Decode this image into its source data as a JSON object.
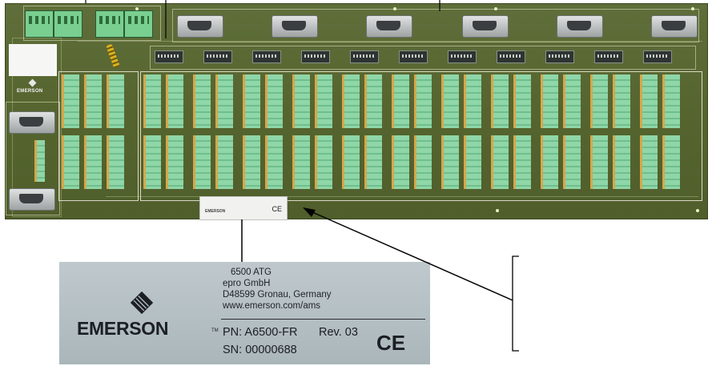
{
  "label": {
    "model": "6500 ATG",
    "company": "epro GmbH",
    "address": "D48599 Gronau, Germany",
    "website": "www.emerson.com/ams",
    "brand": "EMERSON",
    "trademark": "TM",
    "pn": "PN: A6500-FR",
    "rev": "Rev. 03",
    "sn": "SN: 00000688",
    "ce": "CE"
  },
  "board": {
    "brand_mini": "EMERSON",
    "sticker_brand": "EMERSON",
    "sticker_ce": "CE"
  },
  "colors": {
    "pcb": "#56652f",
    "terminal": "#79cf8f",
    "label_bg": "#b8c3c7"
  }
}
